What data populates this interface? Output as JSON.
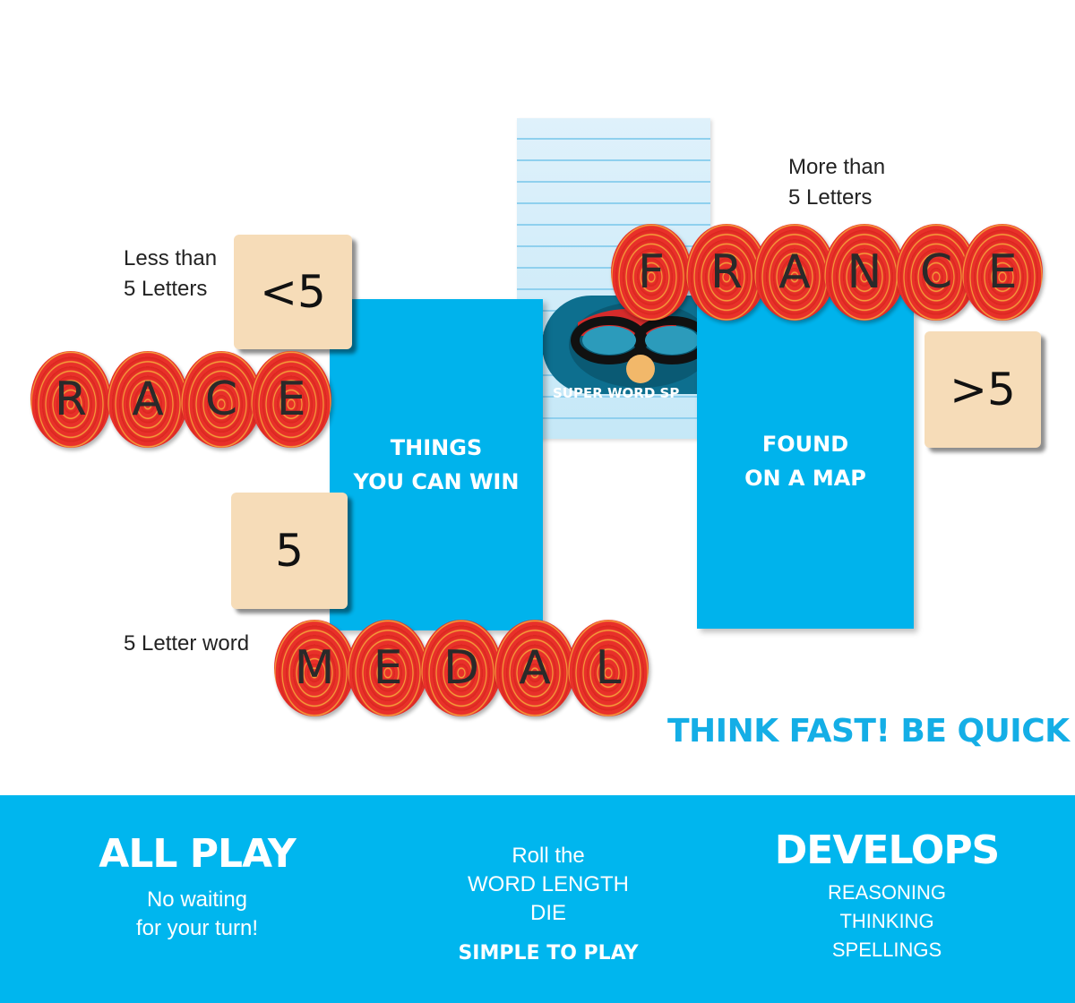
{
  "cards": {
    "left": {
      "lines": [
        "THINGS",
        "YOU CAN WIN"
      ]
    },
    "right": {
      "lines": [
        "FOUND",
        "ON A MAP"
      ]
    },
    "back": {
      "brand": "SUPER WORD SP"
    }
  },
  "tiles": {
    "less": "<5",
    "more": ">5",
    "five": "5"
  },
  "labels": {
    "less": [
      "Less than",
      "5 Letters"
    ],
    "more": [
      "More than",
      "5 Letters"
    ],
    "five": "5 Letter word"
  },
  "words": {
    "race": [
      "R",
      "A",
      "C",
      "E"
    ],
    "france": [
      "F",
      "R",
      "A",
      "N",
      "C",
      "E"
    ],
    "medal": [
      "M",
      "E",
      "D",
      "A",
      "L"
    ]
  },
  "tagline": "THINK FAST! BE QUICK",
  "footer": {
    "col1": {
      "headline": "ALL PLAY",
      "lines": [
        "No waiting",
        "for your turn!"
      ]
    },
    "col2": {
      "lines": [
        "Roll the",
        "WORD LENGTH",
        "DIE"
      ],
      "tag": "SIMPLE TO PLAY"
    },
    "col3": {
      "headline": "DEVELOPS",
      "lines": [
        "REASONING",
        "THINKING",
        "SPELLINGS"
      ]
    }
  },
  "colors": {
    "brand_blue": "#00b6ee",
    "tile": "#f6dcb8",
    "token_red": "#e8302a"
  }
}
